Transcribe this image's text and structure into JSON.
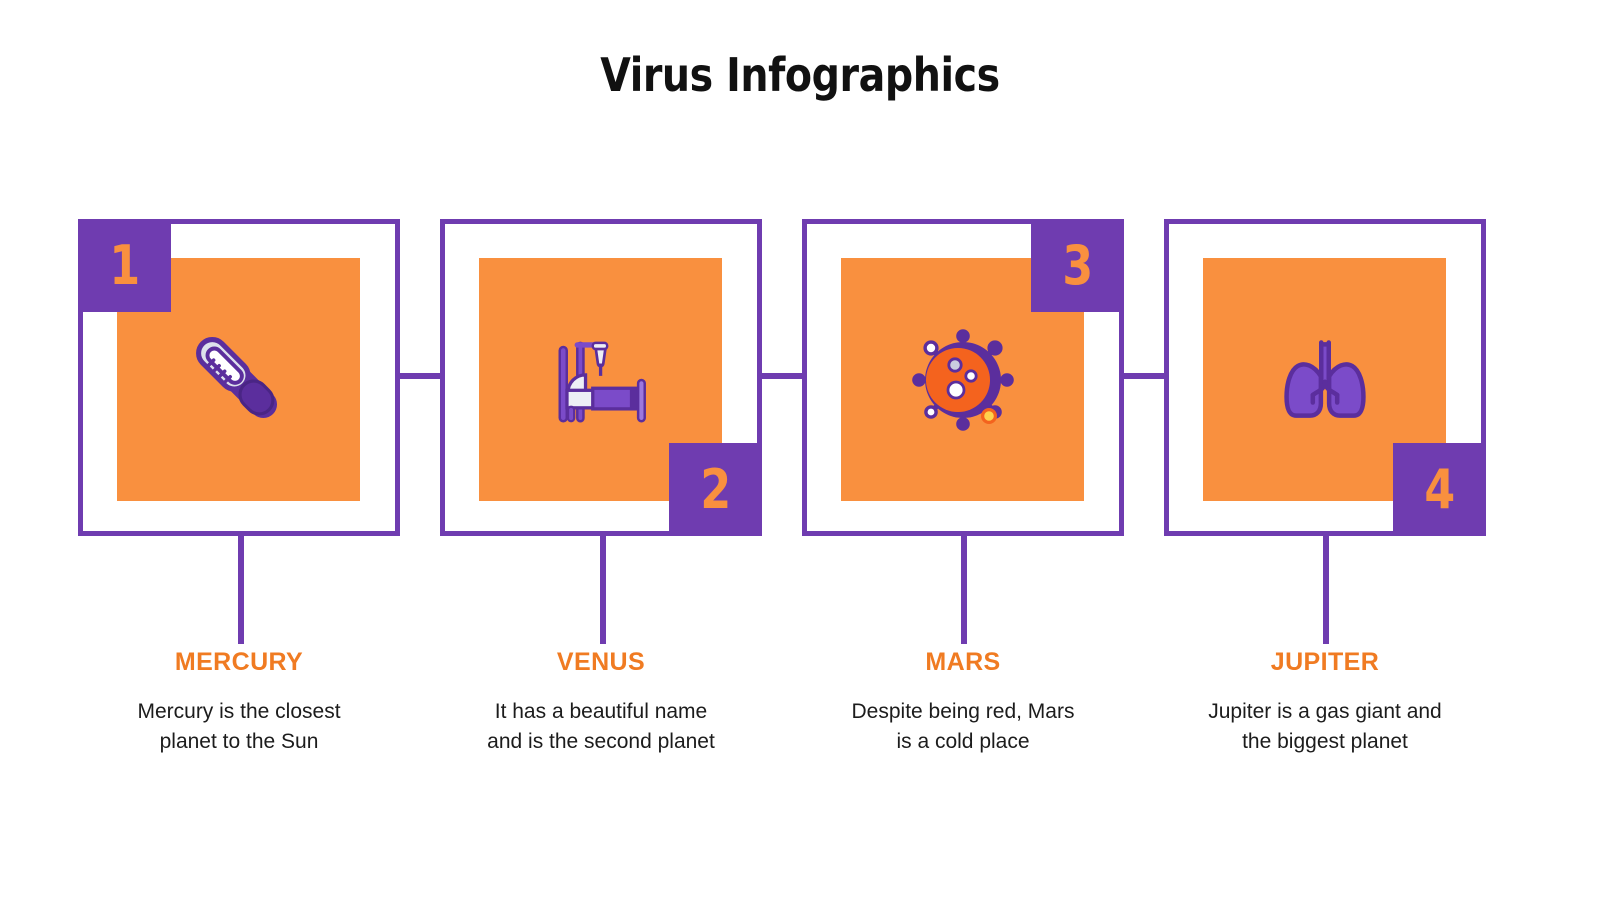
{
  "slide": {
    "title": "Virus Infographics",
    "background": "#ffffff"
  },
  "colors": {
    "purple": "#6F3CB0",
    "orange": "#F9903F",
    "title_orange": "#F07B22",
    "text": "#1c1c1c"
  },
  "items": [
    {
      "number": "1",
      "badge_position": "top-left",
      "icon": "thermometer-icon",
      "title": "MERCURY",
      "description": "Mercury is the closest\nplanet to the Sun"
    },
    {
      "number": "2",
      "badge_position": "bottom-right",
      "icon": "hospital-bed-icon",
      "title": "VENUS",
      "description": "It has a beautiful name\nand is the second planet"
    },
    {
      "number": "3",
      "badge_position": "top-right",
      "icon": "virus-icon",
      "title": "MARS",
      "description": "Despite being red, Mars\nis a cold place"
    },
    {
      "number": "4",
      "badge_position": "bottom-right",
      "icon": "lungs-icon",
      "title": "JUPITER",
      "description": "Jupiter is a gas giant and\nthe biggest planet"
    }
  ]
}
